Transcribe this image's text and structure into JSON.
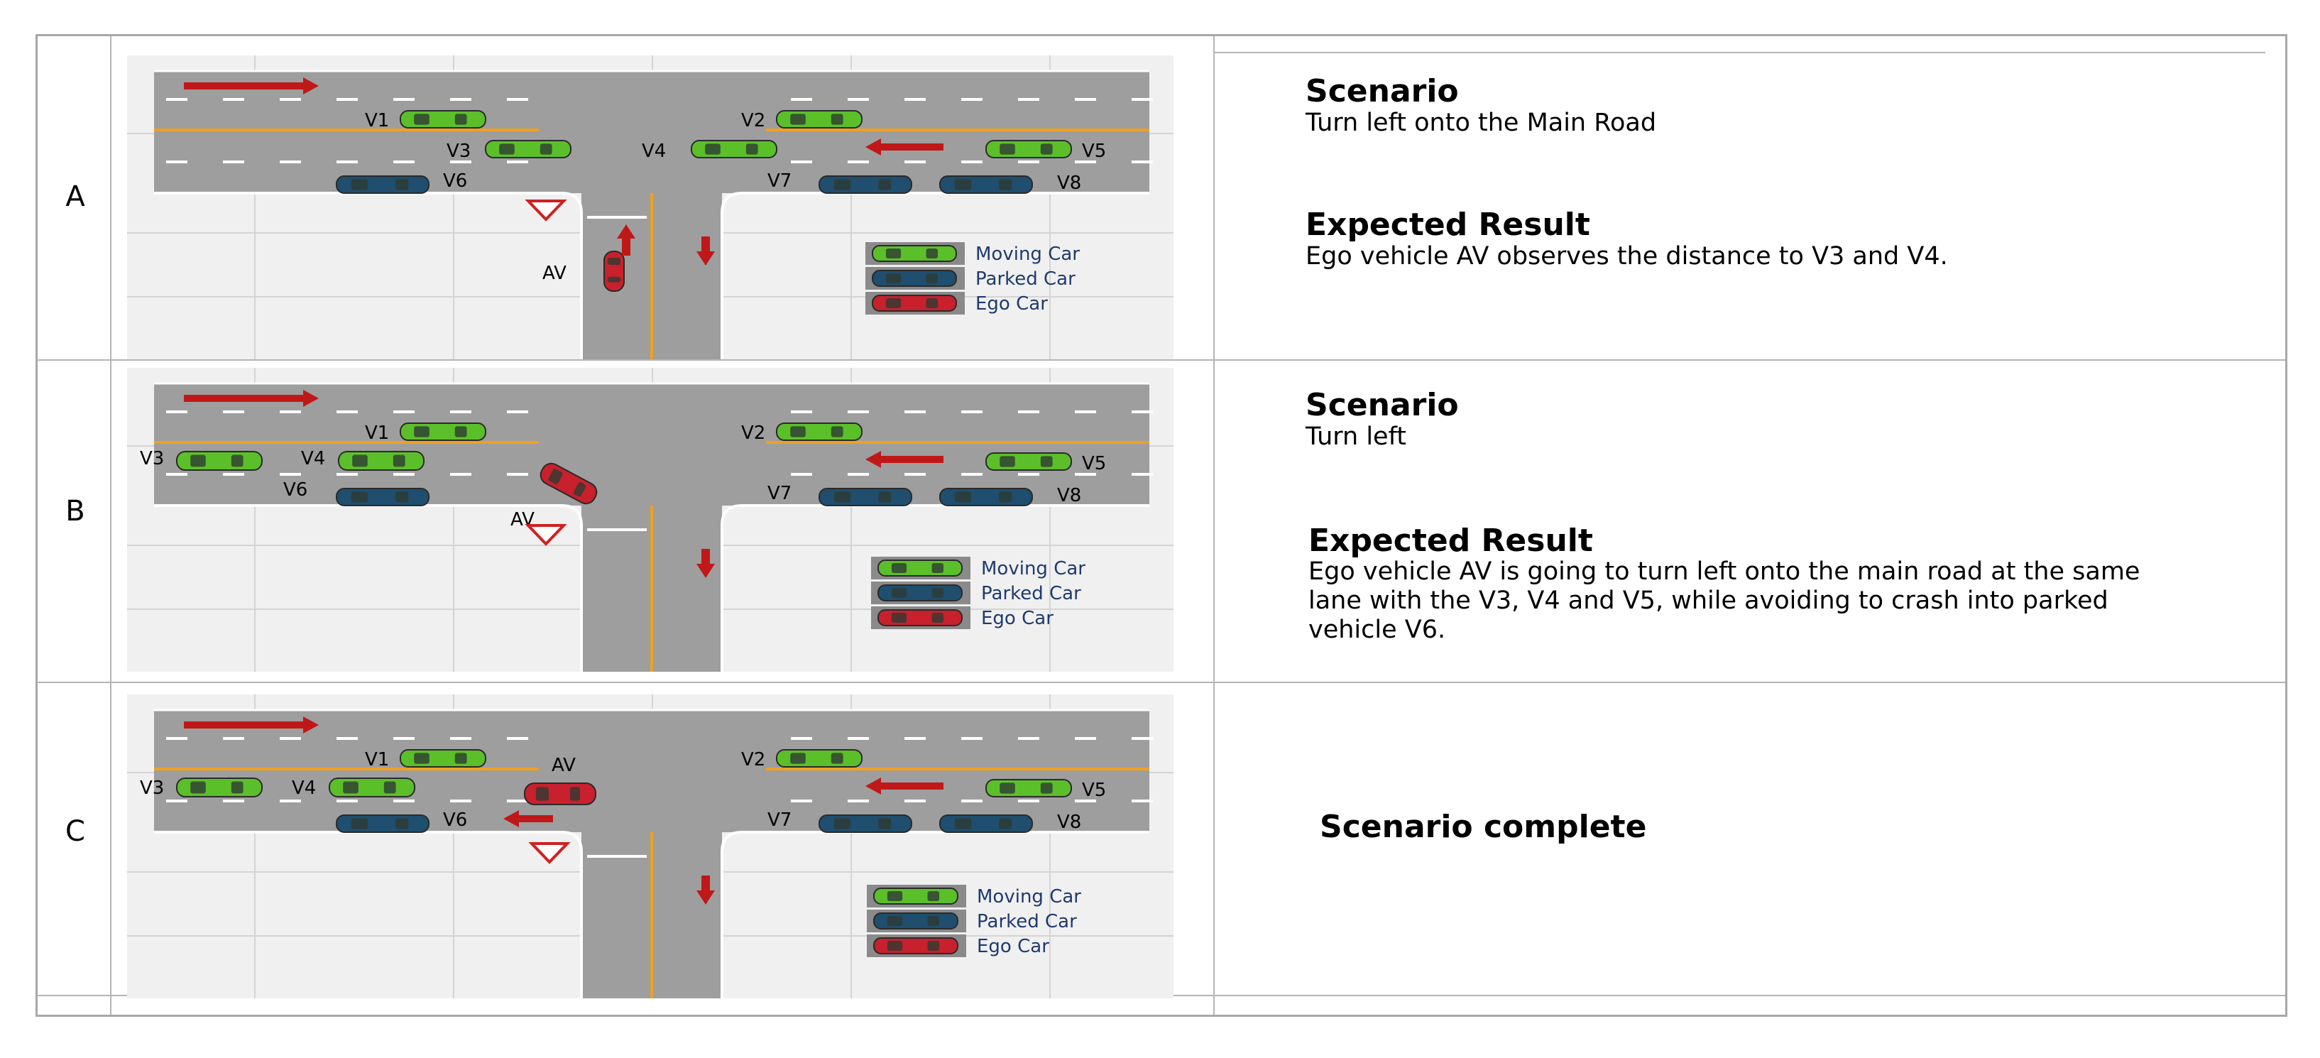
{
  "rows": [
    {
      "label": "A",
      "scenario_heading": "Scenario",
      "scenario_text": "Turn left onto the Main Road",
      "result_heading": "Expected Result",
      "result_text": "Ego vehicle AV observes the distance to V3 and V4.",
      "vehicles": [
        "V1",
        "V2",
        "V3",
        "V4",
        "V5",
        "V6",
        "V7",
        "V8",
        "AV"
      ]
    },
    {
      "label": "B",
      "scenario_heading": "Scenario",
      "scenario_text": "Turn left",
      "result_heading": "Expected Result",
      "result_text": "Ego vehicle AV is going to turn left onto the main road at the same lane with the V3, V4 and V5, while avoiding to crash into parked vehicle V6.",
      "vehicles": [
        "V1",
        "V2",
        "V3",
        "V4",
        "V5",
        "V6",
        "V7",
        "V8",
        "AV"
      ]
    },
    {
      "label": "C",
      "complete_text": "Scenario complete",
      "vehicles": [
        "V1",
        "V2",
        "V3",
        "V4",
        "V5",
        "V6",
        "V7",
        "V8",
        "AV"
      ]
    }
  ],
  "legend": {
    "moving": "Moving Car",
    "parked": "Parked Car",
    "ego": "Ego Car"
  },
  "colors": {
    "moving_car": "#5bbf2a",
    "parked_car": "#1f4e6e",
    "ego_car": "#c8202c",
    "road": "#9e9e9e",
    "lane_yellow": "#f0a020",
    "arrow": "#c01818",
    "legend_text": "#1f3a6e"
  }
}
